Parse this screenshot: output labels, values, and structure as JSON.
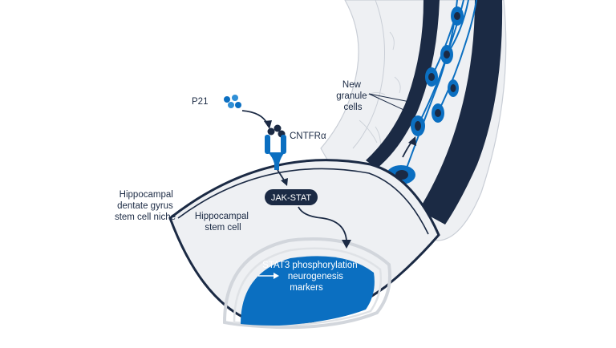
{
  "labels": {
    "p21": "P21",
    "receptor": "CNTFRα",
    "new_granule_cells": [
      "New",
      "granule",
      "cells"
    ],
    "niche": [
      "Hippocampal",
      "dentate gyrus",
      "stem cell niche"
    ],
    "stem_cell": [
      "Hippocampal",
      "stem cell"
    ],
    "pathway": "JAK-STAT",
    "nucleus": [
      "STAT3 phosphorylation",
      "neurogenesis",
      "markers"
    ]
  },
  "colors": {
    "navy": "#1b2a44",
    "blue": "#0b6fc1",
    "light_blue": "#2f8fd6",
    "light_gray": "#eef0f3",
    "mid_gray": "#c9ced6"
  }
}
